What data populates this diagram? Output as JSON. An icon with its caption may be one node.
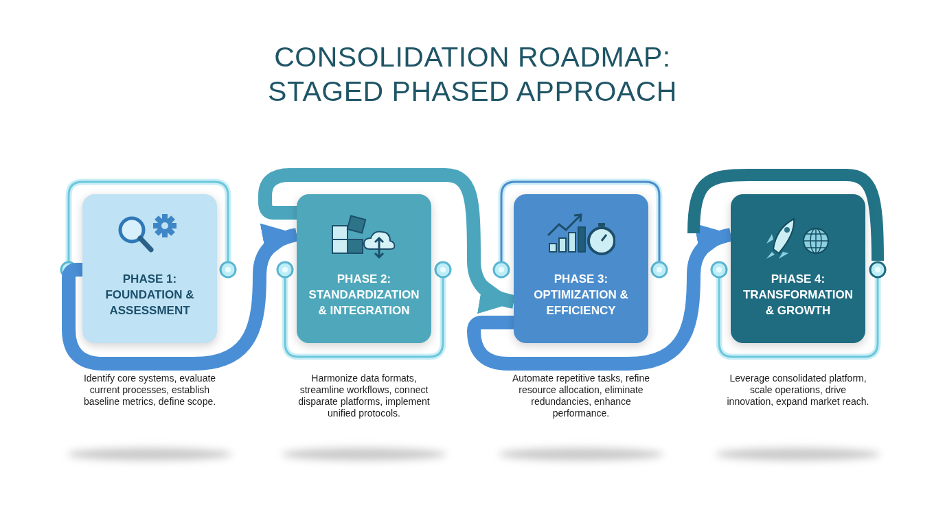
{
  "diagram": {
    "title": "CONSOLIDATION ROADMAP: STAGED PHASED APPROACH",
    "nodes": [
      {
        "text": [
          "PHASE 1:",
          "FOUNDATION & ASSESSMENT"
        ],
        "beside": [
          "Identify core systems, evaluate current processes, establish baseline metrics, define scope."
        ]
      },
      {
        "text": [
          "PHASE 2:",
          "STANDARDIZATION & INTEGRATION"
        ],
        "beside": [
          "Harmonize data formats, streamline workflows, connect disparate platforms, implement unified protocols."
        ]
      },
      {
        "text": [
          "PHASE 3:",
          "OPTIMIZATION & EFFICIENCY"
        ],
        "beside": [
          "Automate repetitive tasks, refine resource allocation, eliminate redundancies, enhance performance."
        ]
      },
      {
        "text": [
          "PHASE 4:",
          "TRANSFORMATION & GROWTH"
        ],
        "beside": [
          "Leverage consolidated platform, scale operations, drive innovation, expand market reach."
        ]
      }
    ],
    "edges": [
      {
        "from": 0,
        "to": 1,
        "arrow": "to"
      },
      {
        "from": 1,
        "to": 2,
        "arrow": "to",
        "color": "#4ba6bd"
      },
      {
        "from": 2,
        "to": 3,
        "arrow": "to"
      }
    ]
  }
}
